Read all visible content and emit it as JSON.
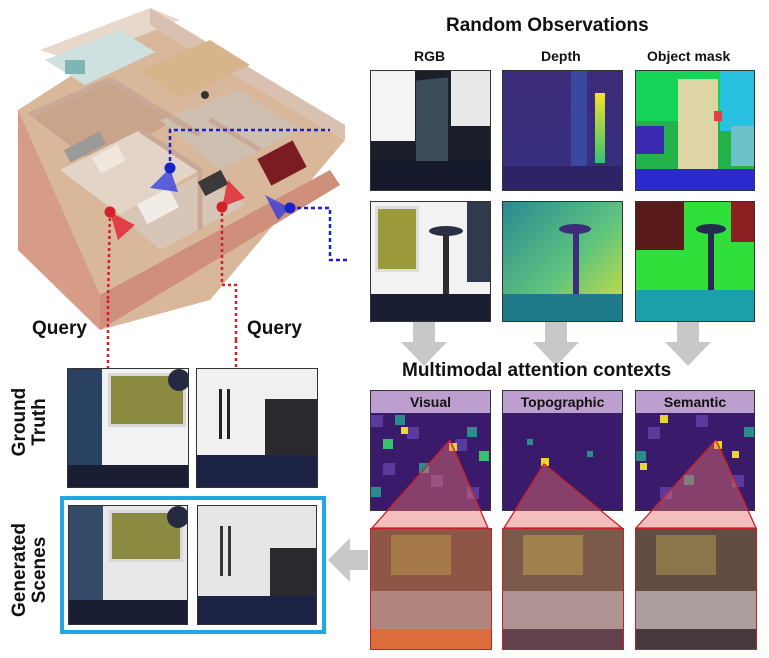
{
  "titles": {
    "random_observations": "Random Observations",
    "multimodal": "Multimodal attention contexts"
  },
  "columns": [
    "RGB",
    "Depth",
    "Object mask"
  ],
  "query_labels": [
    "Query",
    "Query"
  ],
  "row_labels": {
    "ground_truth": [
      "Ground",
      "Truth"
    ],
    "generated": [
      "Generated",
      "Scenes"
    ]
  },
  "attention_labels": [
    "Visual",
    "Topographic",
    "Semantic"
  ],
  "colors": {
    "blue_path": "#1a22c8",
    "red_path": "#d3202a",
    "highlight_box": "#20a8e0",
    "arrow_gray": "#c8c8c8",
    "attention_bg": "#3a1a6a"
  }
}
